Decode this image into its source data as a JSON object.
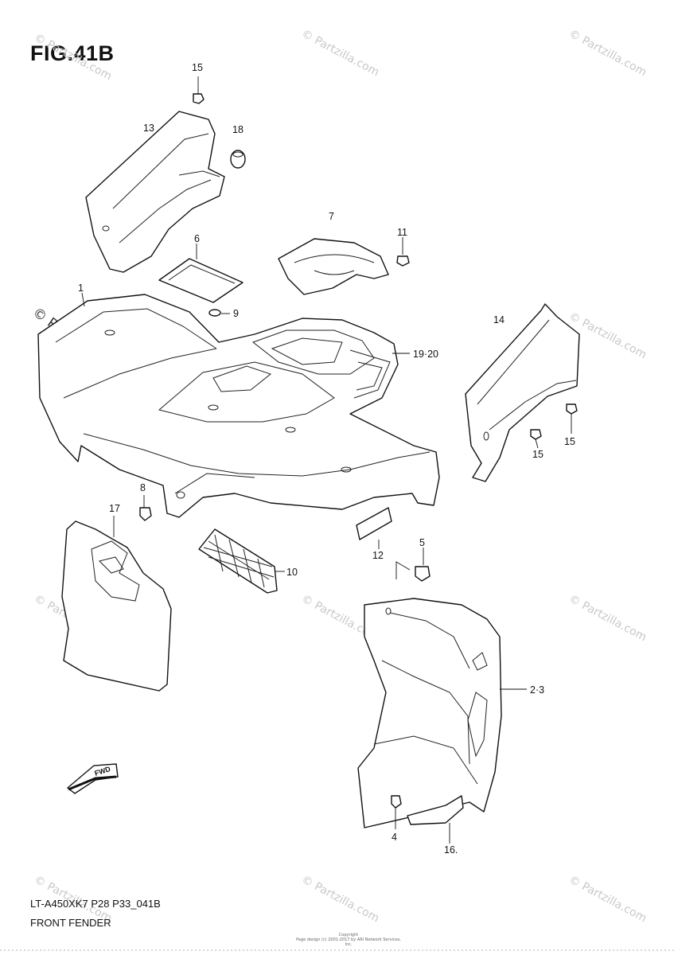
{
  "figure": {
    "title": "FIG.41B",
    "model_code": "LT-A450XK7  P28  P33_041B",
    "section_name": "FRONT FENDER",
    "copyright_line1": "Copyright",
    "copyright_line2": "Page design (c) 2001-2017 by ARI Network Services, Inc."
  },
  "watermarks": {
    "text": "© Partzilla.com",
    "large_text": "© Partzilla.com"
  },
  "fwd_label": "FWD",
  "callouts": [
    {
      "id": "c15a",
      "label": "15"
    },
    {
      "id": "c13",
      "label": "13"
    },
    {
      "id": "c18",
      "label": "18"
    },
    {
      "id": "c7",
      "label": "7"
    },
    {
      "id": "c11",
      "label": "11"
    },
    {
      "id": "c6",
      "label": "6"
    },
    {
      "id": "c1",
      "label": "1"
    },
    {
      "id": "c9",
      "label": "9"
    },
    {
      "id": "c14",
      "label": "14"
    },
    {
      "id": "c1920",
      "label": "19·20"
    },
    {
      "id": "c15b",
      "label": "15"
    },
    {
      "id": "c15c",
      "label": "15"
    },
    {
      "id": "c8",
      "label": "8"
    },
    {
      "id": "c17",
      "label": "17"
    },
    {
      "id": "c12",
      "label": "12"
    },
    {
      "id": "c5",
      "label": "5"
    },
    {
      "id": "c10",
      "label": "10"
    },
    {
      "id": "c23",
      "label": "2·3"
    },
    {
      "id": "c4",
      "label": "4"
    },
    {
      "id": "c16",
      "label": "16."
    }
  ]
}
